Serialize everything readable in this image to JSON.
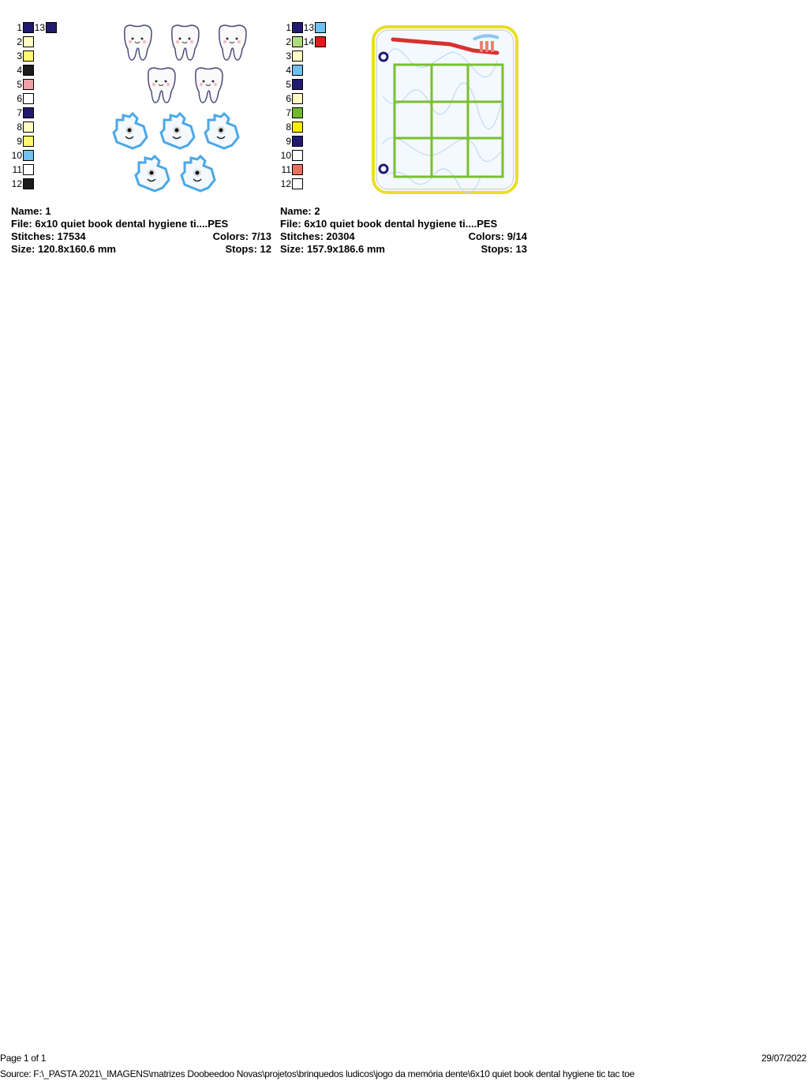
{
  "designs": [
    {
      "name_label": "Name: 1",
      "file_label": "File: 6x10 quiet book dental hygiene ti....PES",
      "stitches_label": "Stitches: 17534",
      "colors_label": "Colors: 7/13",
      "size_label": "Size: 120.8x160.6 mm",
      "stops_label": "Stops: 12",
      "thread_colors": [
        {
          "n": "1",
          "hex": "#221a6e"
        },
        {
          "n": "2",
          "hex": "#fffbc2"
        },
        {
          "n": "3",
          "hex": "#fff870"
        },
        {
          "n": "4",
          "hex": "#1c1c1c"
        },
        {
          "n": "5",
          "hex": "#f0a0a8"
        },
        {
          "n": "6",
          "hex": "#ffffff"
        },
        {
          "n": "7",
          "hex": "#221a6e"
        },
        {
          "n": "8",
          "hex": "#fffbc2"
        },
        {
          "n": "9",
          "hex": "#fff870"
        },
        {
          "n": "10",
          "hex": "#70c0f0"
        },
        {
          "n": "11",
          "hex": "#ffffff"
        },
        {
          "n": "12",
          "hex": "#1c1c1c"
        },
        {
          "n": "13",
          "hex": "#221a6e"
        }
      ]
    },
    {
      "name_label": "Name: 2",
      "file_label": "File: 6x10 quiet book dental hygiene ti....PES",
      "stitches_label": "Stitches: 20304",
      "colors_label": "Colors: 9/14",
      "size_label": "Size: 157.9x186.6 mm",
      "stops_label": "Stops: 13",
      "thread_colors": [
        {
          "n": "1",
          "hex": "#221a6e"
        },
        {
          "n": "2",
          "hex": "#b0dc80"
        },
        {
          "n": "3",
          "hex": "#fffbc2"
        },
        {
          "n": "4",
          "hex": "#70c0f0"
        },
        {
          "n": "5",
          "hex": "#221a6e"
        },
        {
          "n": "6",
          "hex": "#fffbc2"
        },
        {
          "n": "7",
          "hex": "#70b830"
        },
        {
          "n": "8",
          "hex": "#ffee00"
        },
        {
          "n": "9",
          "hex": "#221a6e"
        },
        {
          "n": "10",
          "hex": "#ffffff"
        },
        {
          "n": "11",
          "hex": "#e87060"
        },
        {
          "n": "12",
          "hex": "#ffffff"
        },
        {
          "n": "13",
          "hex": "#70c0f0"
        },
        {
          "n": "14",
          "hex": "#dd1c1c"
        }
      ]
    }
  ],
  "footer": {
    "page": "Page 1 of 1",
    "source": "Source: F:\\_PASTA 2021\\_IMAGENS\\matrizes Doobeedoo Novas\\projetos\\brinquedos ludicos\\jogo da memória dente\\6x10 quiet book dental hygiene tic tac toe",
    "date": "29/07/2022"
  }
}
